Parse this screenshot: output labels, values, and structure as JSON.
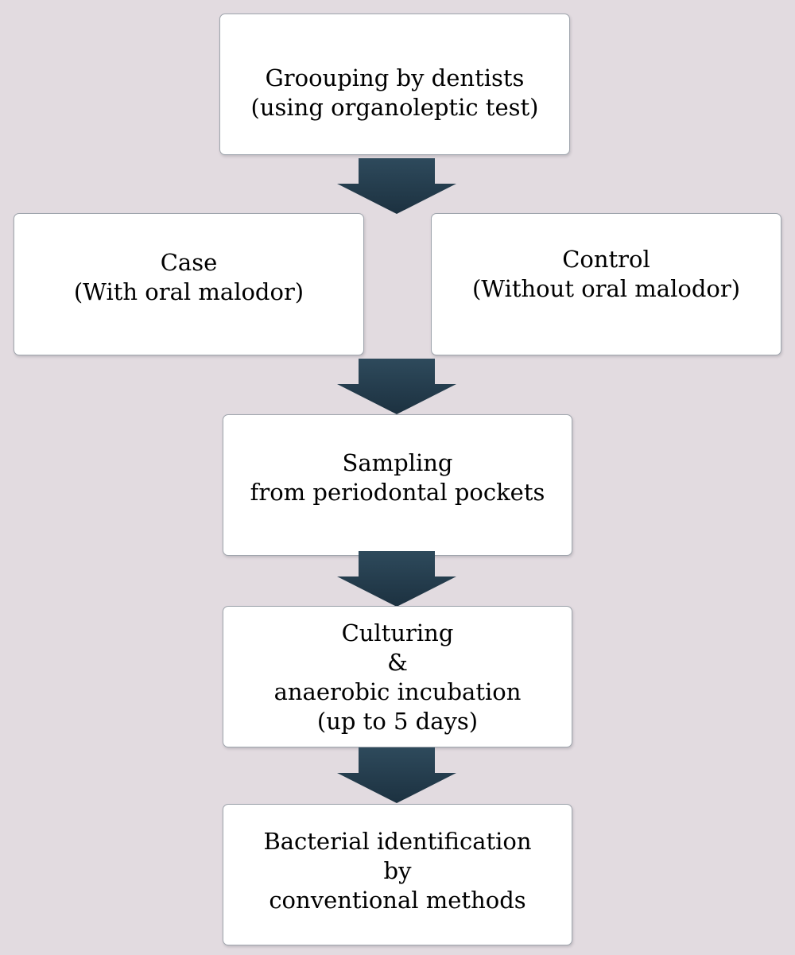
{
  "boxes": {
    "grouping": [
      "Groouping by dentists",
      "(using organoleptic test)"
    ],
    "case": [
      "Case",
      "(With oral malodor)"
    ],
    "control": [
      "Control",
      "(Without oral malodor)"
    ],
    "sampling": [
      "Sampling",
      "from periodontal pockets"
    ],
    "culturing": [
      "Culturing",
      "&",
      "anaerobic incubation",
      "(up to 5 days)"
    ],
    "identification": [
      "Bacterial identification",
      "by",
      "conventional methods"
    ]
  },
  "colors": {
    "background": "#e2dbe0",
    "box_fill": "#ffffff",
    "box_border": "#9fa5ad",
    "arrow_fill": "#243c4c"
  }
}
